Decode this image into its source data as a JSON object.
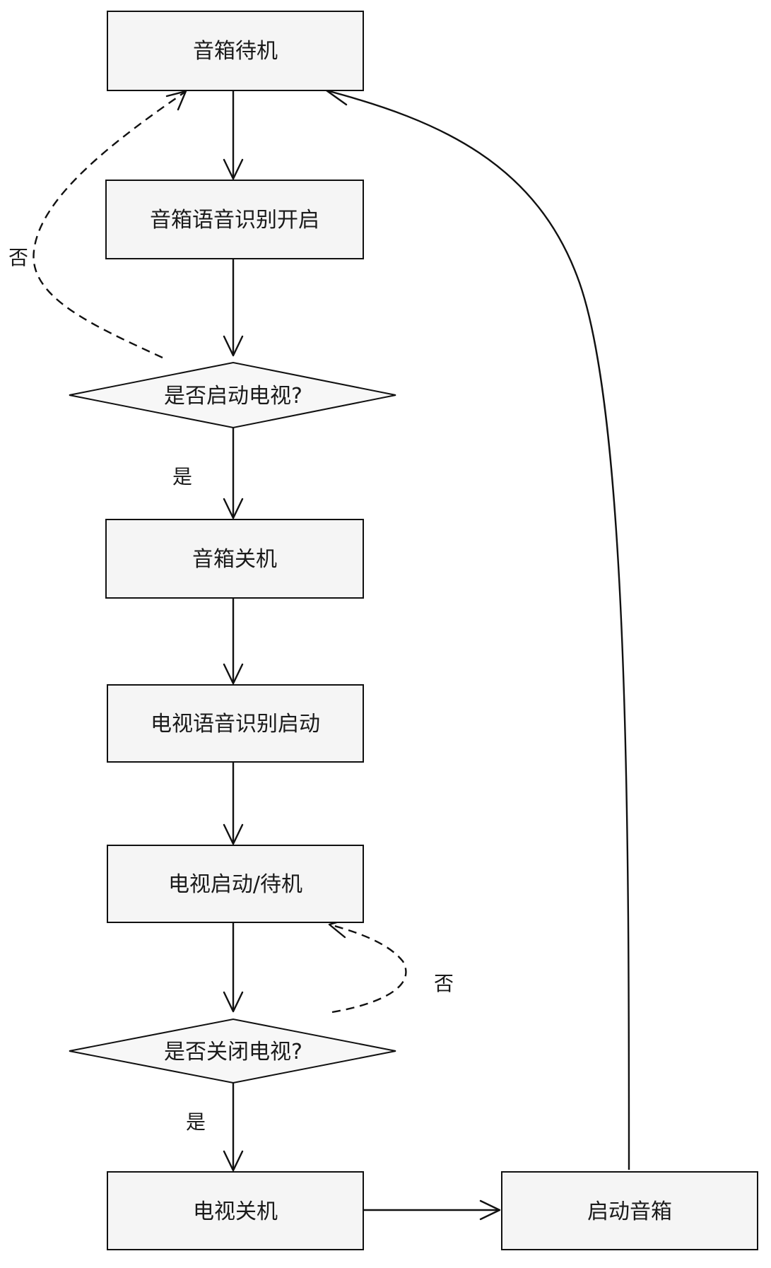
{
  "diagram": {
    "nodes": {
      "speaker_standby": "音箱待机",
      "speaker_voice_on": "音箱语音识别开启",
      "start_tv_decision": "是否启动电视?",
      "speaker_off": "音箱关机",
      "tv_voice_start": "电视语音识别启动",
      "tv_start_standby": "电视启动/待机",
      "close_tv_decision": "是否关闭电视?",
      "tv_off": "电视关机",
      "start_speaker": "启动音箱"
    },
    "edge_labels": {
      "no_1": "否",
      "yes_1": "是",
      "no_2": "否",
      "yes_2": "是"
    }
  }
}
